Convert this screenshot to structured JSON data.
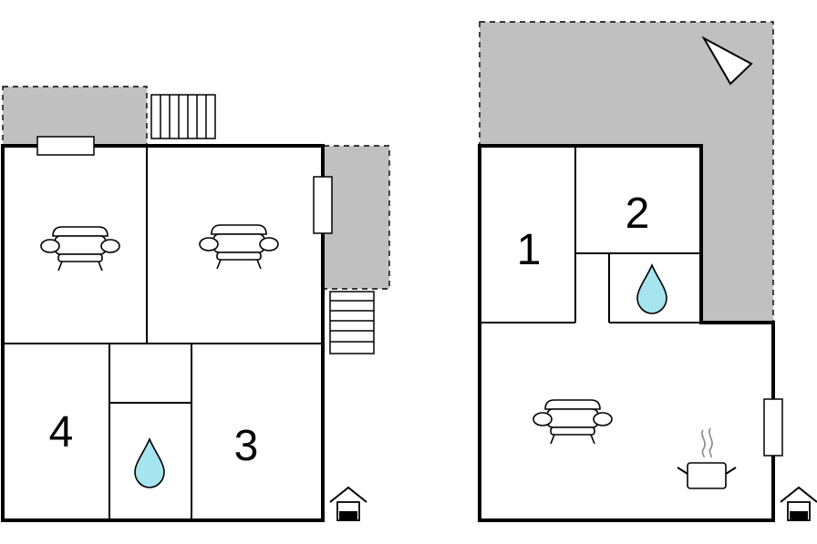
{
  "floor_plans": [
    {
      "rooms": [
        {
          "label": ""
        },
        {
          "label": ""
        },
        {
          "label": "4"
        },
        {
          "label": ""
        },
        {
          "label": "3"
        }
      ]
    },
    {
      "rooms": [
        {
          "label": "1"
        },
        {
          "label": "2"
        },
        {
          "label": ""
        },
        {
          "label": ""
        }
      ]
    }
  ],
  "colors": {
    "terrace_fill": "#c0c0c0",
    "wall_stroke": "#000000",
    "water_fill": "#a6e4ef"
  },
  "icons": [
    "sofa-icon",
    "water-drop-icon",
    "cooking-pot-icon",
    "house-entrance-icon",
    "north-arrow-icon",
    "stairs-icon",
    "window-icon"
  ]
}
